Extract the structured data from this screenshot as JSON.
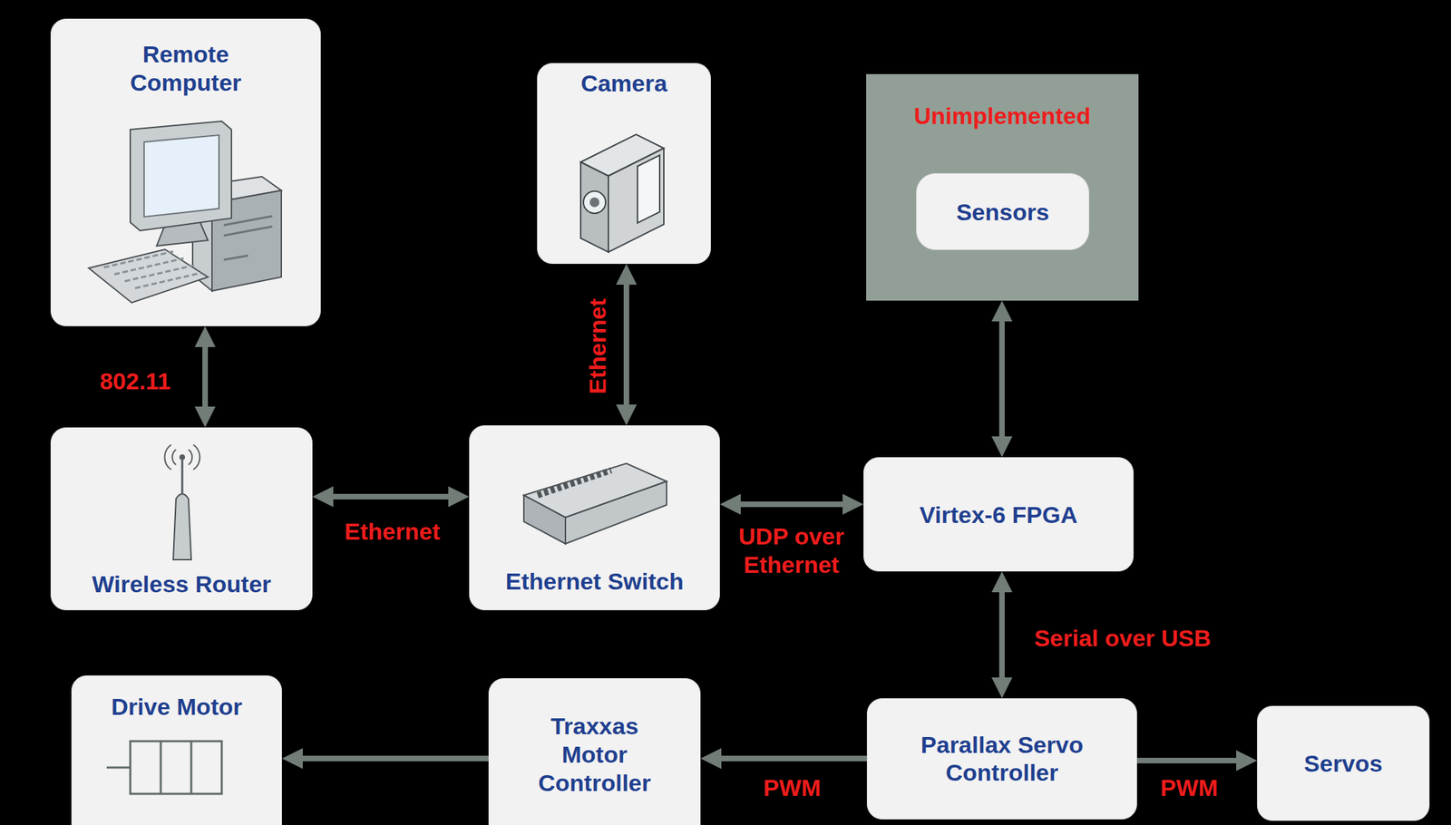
{
  "diagram": {
    "nodes": [
      {
        "text": [
          "Remote Computer"
        ]
      },
      {
        "text": [
          "Camera"
        ]
      },
      {
        "text": [
          "Unimplemented"
        ]
      },
      {
        "text": [
          "Sensors"
        ],
        "in": 2
      },
      {
        "text": [
          "Wireless Router"
        ]
      },
      {
        "text": [
          "Ethernet Switch"
        ]
      },
      {
        "text": [
          "Virtex-6 FPGA"
        ]
      },
      {
        "text": [
          "Drive Motor"
        ]
      },
      {
        "text": [
          "Traxxas Motor Controller"
        ]
      },
      {
        "text": [
          "Parallax Servo Controller"
        ]
      },
      {
        "text": [
          "Servos"
        ]
      }
    ],
    "edges": [
      {
        "from": 0,
        "to": 4,
        "label": "802.11",
        "arrow": "both"
      },
      {
        "from": 4,
        "to": 5,
        "label": "Ethernet",
        "arrow": "both"
      },
      {
        "from": 1,
        "to": 5,
        "label": "Ethernet",
        "arrow": "both"
      },
      {
        "from": 5,
        "to": 6,
        "label": "UDP over Ethernet",
        "arrow": "both"
      },
      {
        "from": 2,
        "to": 6,
        "arrow": "both"
      },
      {
        "from": 6,
        "to": 9,
        "label": "Serial over USB",
        "arrow": "both"
      },
      {
        "from": 9,
        "to": 8,
        "label": "PWM",
        "arrow": "to"
      },
      {
        "from": 8,
        "to": 7,
        "arrow": "to"
      },
      {
        "from": 9,
        "to": 10,
        "label": "PWM",
        "arrow": "to"
      }
    ]
  }
}
